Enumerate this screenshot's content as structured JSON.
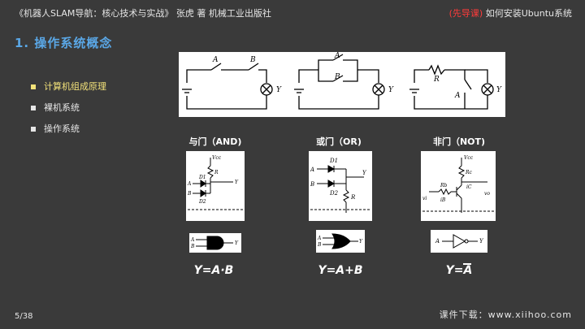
{
  "header": {
    "left_text": "《机器人SLAM导航：核心技术与实战》    张虎 著    机械工业出版社",
    "right_tag": "(先导课)",
    "right_text": "如何安装Ubuntu系统"
  },
  "slide": {
    "title": "1. 操作系统概念",
    "menu": [
      {
        "label": "计算机组成原理",
        "active": true
      },
      {
        "label": "裸机系统",
        "active": false
      },
      {
        "label": "操作系统",
        "active": false
      }
    ],
    "circuit_labels": {
      "A": "A",
      "B": "B",
      "Y": "Y",
      "R": "R",
      "vcc": "Vcc",
      "d1": "D1",
      "d2": "D2",
      "rb": "Rb",
      "rc": "Rc",
      "ib": "iB",
      "ic": "iC",
      "vi": "vi",
      "vo": "vo"
    },
    "gates": [
      {
        "title": "与门（AND)",
        "formula": "Y=A·B"
      },
      {
        "title": "或门（OR)",
        "formula": "Y=A+B"
      },
      {
        "title": "非门（NOT)",
        "formula": "Y=A"
      }
    ]
  },
  "footer": {
    "page": "5/38",
    "download": "课件下载：www.xiihoo.com"
  }
}
